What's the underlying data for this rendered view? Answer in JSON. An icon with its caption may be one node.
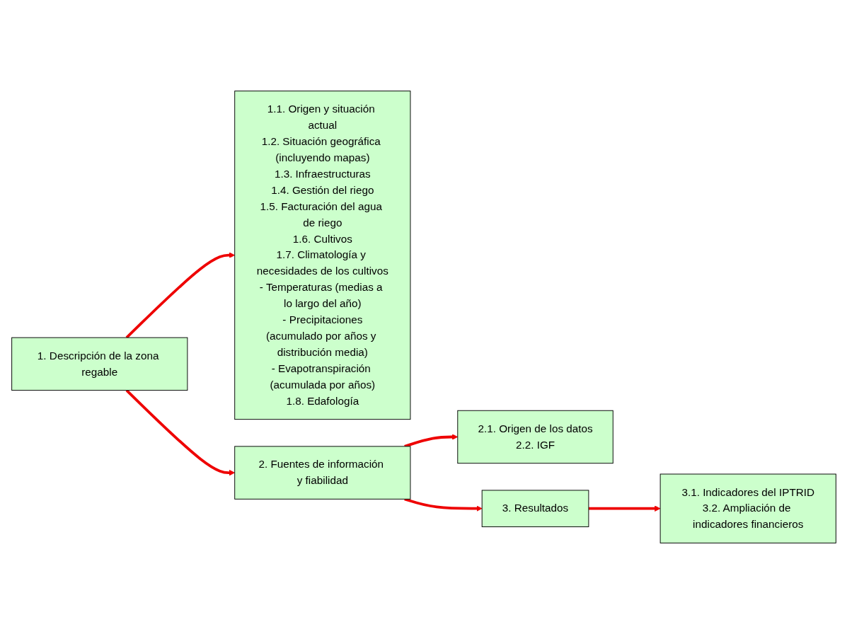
{
  "diagram": {
    "nodes": [
      {
        "text": [
          "1. Descripción de la zona regable"
        ]
      },
      {
        "text": [
          "1.1. Origen y situación actual",
          "1.2. Situación geográfica (incluyendo mapas)",
          "1.3. Infraestructuras",
          "1.4. Gestión del riego",
          "1.5. Facturación del agua de riego",
          "1.6. Cultivos",
          "1.7. Climatología y necesidades de los cultivos",
          "- Temperaturas (medias a lo largo del año)",
          "- Precipitaciones",
          "(acumulado por años y distribución media)",
          "- Evapotranspiración (acumulada por años)",
          "1.8. Edafología"
        ]
      },
      {
        "text": [
          "2. Fuentes de información y fiabilidad"
        ]
      },
      {
        "text": [
          "2.1. Origen de los datos",
          "2.2. IGF"
        ]
      },
      {
        "text": [
          "3. Resultados"
        ]
      },
      {
        "text": [
          "3.1. Indicadores del IPTRID",
          "3.2. Ampliación de indicadores financieros"
        ]
      }
    ],
    "edges": [
      {
        "from": 0,
        "to": 1,
        "arrow": "to"
      },
      {
        "from": 0,
        "to": 2,
        "arrow": "to"
      },
      {
        "from": 2,
        "to": 3,
        "arrow": "to"
      },
      {
        "from": 2,
        "to": 4,
        "arrow": "to"
      },
      {
        "from": 4,
        "to": 5,
        "arrow": "to"
      }
    ]
  }
}
